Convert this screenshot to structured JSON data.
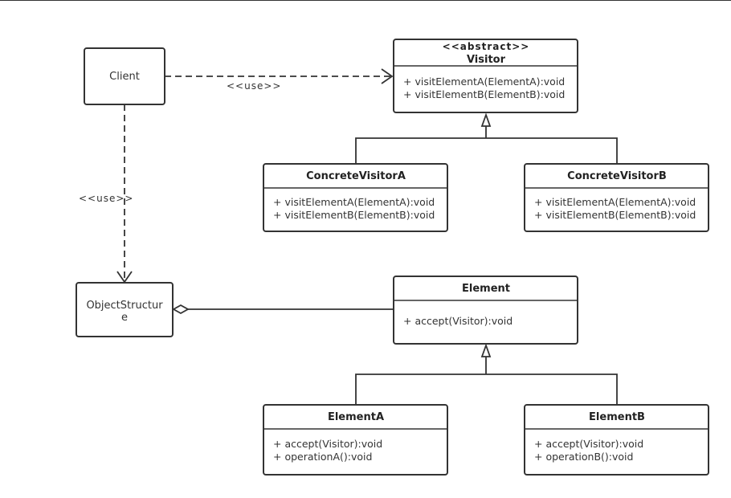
{
  "classes": {
    "client": {
      "name": "Client"
    },
    "visitor": {
      "stereotype": "<<abstract>>",
      "name": "Visitor",
      "methods": [
        "+ visitElementA(ElementA):void",
        "+ visitElementB(ElementB):void"
      ]
    },
    "concrete_visitor_a": {
      "name": "ConcreteVisitorA",
      "methods": [
        "+ visitElementA(ElementA):void",
        "+ visitElementB(ElementB):void"
      ]
    },
    "concrete_visitor_b": {
      "name": "ConcreteVisitorB",
      "methods": [
        "+ visitElementA(ElementA):void",
        "+ visitElementB(ElementB):void"
      ]
    },
    "object_structure": {
      "name_line1": "ObjectStructur",
      "name_line2": "e"
    },
    "element": {
      "name": "Element",
      "methods": [
        "+ accept(Visitor):void"
      ]
    },
    "element_a": {
      "name": "ElementA",
      "methods": [
        "+ accept(Visitor):void",
        "+ operationA():void"
      ]
    },
    "element_b": {
      "name": "ElementB",
      "methods": [
        "+ accept(Visitor):void",
        "+ operationB():void"
      ]
    }
  },
  "relations": {
    "client_uses_visitor": {
      "label": "<<use>>",
      "kind": "dependency"
    },
    "client_uses_object_structure": {
      "label": "<<use>>",
      "kind": "dependency"
    },
    "object_structure_aggregates_element": {
      "kind": "aggregation"
    },
    "visitor_generalization": {
      "kind": "inheritance"
    },
    "element_generalization": {
      "kind": "inheritance"
    }
  }
}
